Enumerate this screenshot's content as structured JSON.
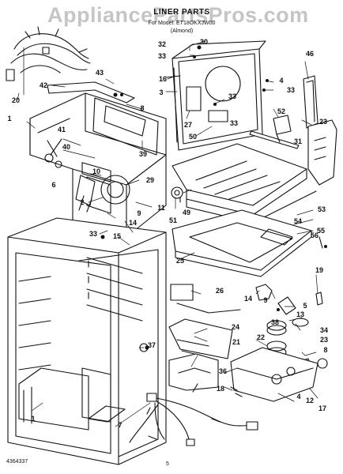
{
  "watermark": "AppliancePartsPros.com",
  "header": {
    "title": "LINER PARTS",
    "model_line": "For Model: ET18GKXJW00",
    "color_line": "(Almond)"
  },
  "footer": {
    "document_number": "4364337",
    "page_number": "5"
  },
  "callouts": [
    "32",
    "30",
    "33",
    "46",
    "16",
    "3",
    "43",
    "42",
    "33",
    "4",
    "33",
    "8",
    "20",
    "27",
    "52",
    "33",
    "23",
    "1",
    "41",
    "50",
    "31",
    "40",
    "39",
    "6",
    "10",
    "29",
    "2",
    "11",
    "9",
    "49",
    "51",
    "53",
    "54",
    "14",
    "55",
    "33",
    "56",
    "25",
    "26",
    "19",
    "14",
    "9",
    "5",
    "24",
    "13",
    "38",
    "34",
    "37",
    "22",
    "23",
    "8",
    "21",
    "36",
    "18",
    "12",
    "1",
    "15",
    "7",
    "17",
    "4"
  ]
}
